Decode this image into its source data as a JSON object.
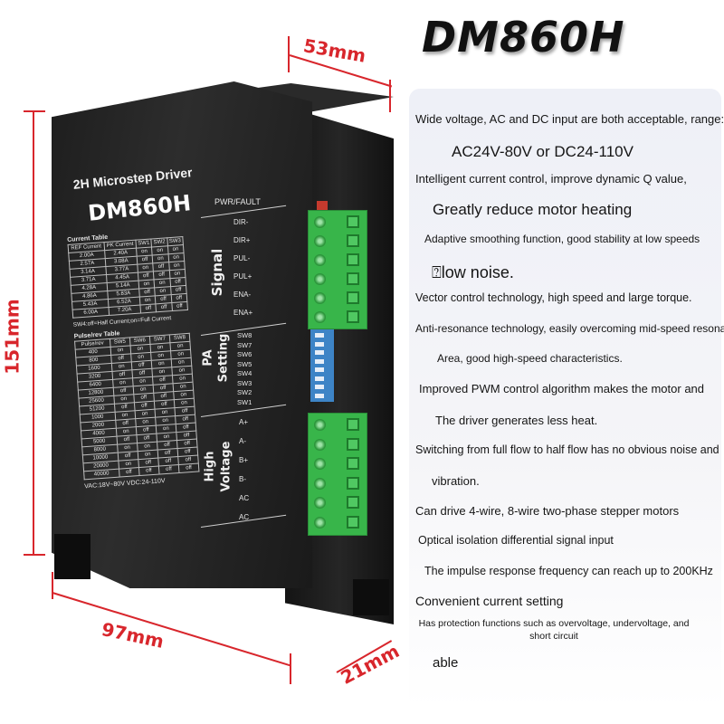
{
  "title": "DM860H",
  "dimensions": {
    "width": "53mm",
    "height": "151mm",
    "depth": "97mm",
    "flange": "21mm"
  },
  "colors": {
    "annotation": "#d8262c",
    "terminal": "#38b54a",
    "driver_body": "#1e1e1e"
  },
  "driver": {
    "label_small": "2H Microstep Driver",
    "label_model": "DM860H",
    "current_table": {
      "caption": "Current Table",
      "headers": [
        "REF Current",
        "PK Current",
        "SW1",
        "SW2",
        "SW3"
      ],
      "rows": [
        [
          "2.00A",
          "2.40A",
          "on",
          "on",
          "on"
        ],
        [
          "2.57A",
          "3.08A",
          "off",
          "on",
          "on"
        ],
        [
          "3.14A",
          "3.77A",
          "on",
          "off",
          "on"
        ],
        [
          "3.71A",
          "4.45A",
          "off",
          "off",
          "on"
        ],
        [
          "4.28A",
          "5.14A",
          "on",
          "on",
          "off"
        ],
        [
          "4.86A",
          "5.83A",
          "off",
          "on",
          "off"
        ],
        [
          "5.43A",
          "6.52A",
          "on",
          "off",
          "off"
        ],
        [
          "6.00A",
          "7.20A",
          "off",
          "off",
          "off"
        ]
      ],
      "note": "SW4:off=Half Current;on=Full Current"
    },
    "pulse_table": {
      "caption": "Pulse/rev Table",
      "headers": [
        "Pulse/rev",
        "SW5",
        "SW6",
        "SW7",
        "SW8"
      ],
      "rows": [
        [
          "400",
          "on",
          "on",
          "on",
          "on"
        ],
        [
          "800",
          "off",
          "on",
          "on",
          "on"
        ],
        [
          "1600",
          "on",
          "off",
          "on",
          "on"
        ],
        [
          "3200",
          "off",
          "off",
          "on",
          "on"
        ],
        [
          "6400",
          "on",
          "on",
          "off",
          "on"
        ],
        [
          "12800",
          "off",
          "on",
          "off",
          "on"
        ],
        [
          "25600",
          "on",
          "off",
          "off",
          "on"
        ],
        [
          "51200",
          "off",
          "off",
          "off",
          "on"
        ],
        [
          "1000",
          "on",
          "on",
          "on",
          "off"
        ],
        [
          "2000",
          "off",
          "on",
          "on",
          "off"
        ],
        [
          "4000",
          "on",
          "off",
          "on",
          "off"
        ],
        [
          "5000",
          "off",
          "off",
          "on",
          "off"
        ],
        [
          "8000",
          "on",
          "on",
          "off",
          "off"
        ],
        [
          "10000",
          "off",
          "on",
          "off",
          "off"
        ],
        [
          "20000",
          "on",
          "off",
          "off",
          "off"
        ],
        [
          "40000",
          "off",
          "off",
          "off",
          "off"
        ]
      ],
      "note": "VAC:18V~80V  VDC:24-110V"
    },
    "pwr_fault": "PWR/FAULT",
    "signal_label": "Signal",
    "signal_pins": [
      "DIR-",
      "DIR+",
      "PUL-",
      "PUL+",
      "ENA-",
      "ENA+"
    ],
    "pa_label_1": "PA",
    "pa_label_2": "Setting",
    "switch_pins": [
      "SW8",
      "SW7",
      "SW6",
      "SW5",
      "SW4",
      "SW3",
      "SW2",
      "SW1"
    ],
    "hv_label_1": "High",
    "hv_label_2": "Voltage",
    "power_pins": [
      "A+",
      "A-",
      "B+",
      "B-",
      "AC",
      "AC"
    ]
  },
  "features": [
    "Wide voltage, AC and DC input are both acceptable, range:",
    "AC24V-80V or DC24-110V",
    "Intelligent current control, improve dynamic Q value,",
    "Greatly reduce motor heating",
    "Adaptive smoothing function, good stability at low speeds",
    "⍰low noise.",
    "Vector control technology, high speed and large torque.",
    "Anti-resonance technology, easily overcoming mid-speed resonance",
    "Area, good high-speed characteristics.",
    "Improved PWM control algorithm makes the motor and",
    "The driver generates less heat.",
    "Switching from full flow to half flow has no obvious noise and",
    "vibration.",
    "Can drive 4-wire, 8-wire two-phase stepper motors",
    "Optical isolation differential signal input",
    "The impulse response frequency can reach up to 200KHz",
    "Convenient current setting",
    "Has protection functions such as overvoltage, undervoltage, and short circuit",
    "able"
  ]
}
